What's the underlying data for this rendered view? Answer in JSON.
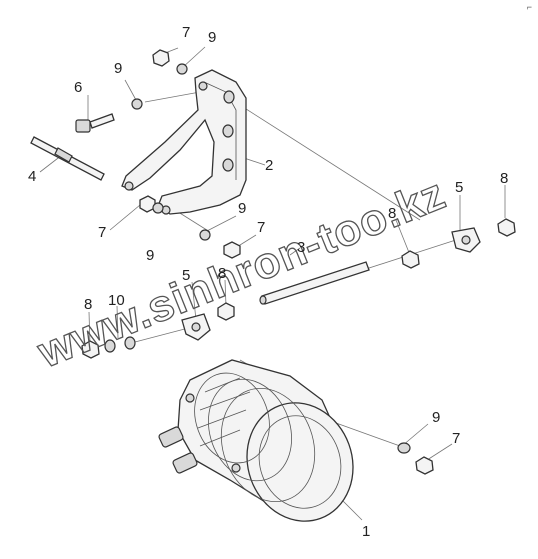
{
  "corner_mark": "⌐",
  "watermark": "www.sinhron-too.kz",
  "callouts": {
    "c1": "1",
    "c2": "2",
    "c3": "3",
    "c4": "4",
    "c5a": "5",
    "c5b": "5",
    "c6": "6",
    "c7a": "7",
    "c7b": "7",
    "c7c": "7",
    "c7d": "7",
    "c8a": "8",
    "c8b": "8",
    "c8c": "8",
    "c8d": "8",
    "c9a": "9",
    "c9b": "9",
    "c9c": "9",
    "c9d": "9",
    "c9e": "9",
    "c10": "10"
  }
}
